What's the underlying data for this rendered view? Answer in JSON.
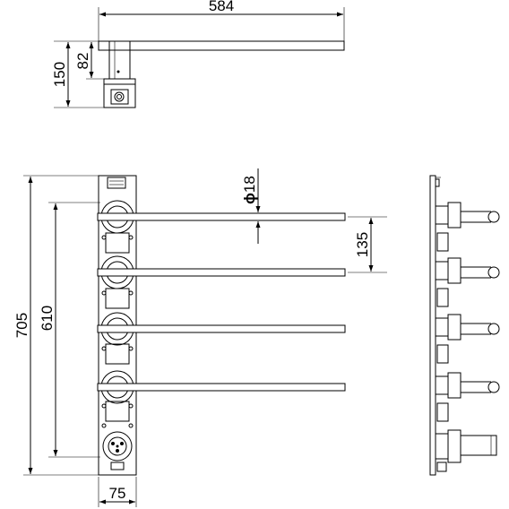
{
  "dimensions": {
    "width_total": "584",
    "top_height": "150",
    "top_arm_height": "82",
    "diameter_symbol": "ϕ",
    "diameter_value": "18",
    "arm_spacing": "135",
    "total_height": "705",
    "pivot_span": "610",
    "base_width": "75"
  },
  "arm_count": 4
}
